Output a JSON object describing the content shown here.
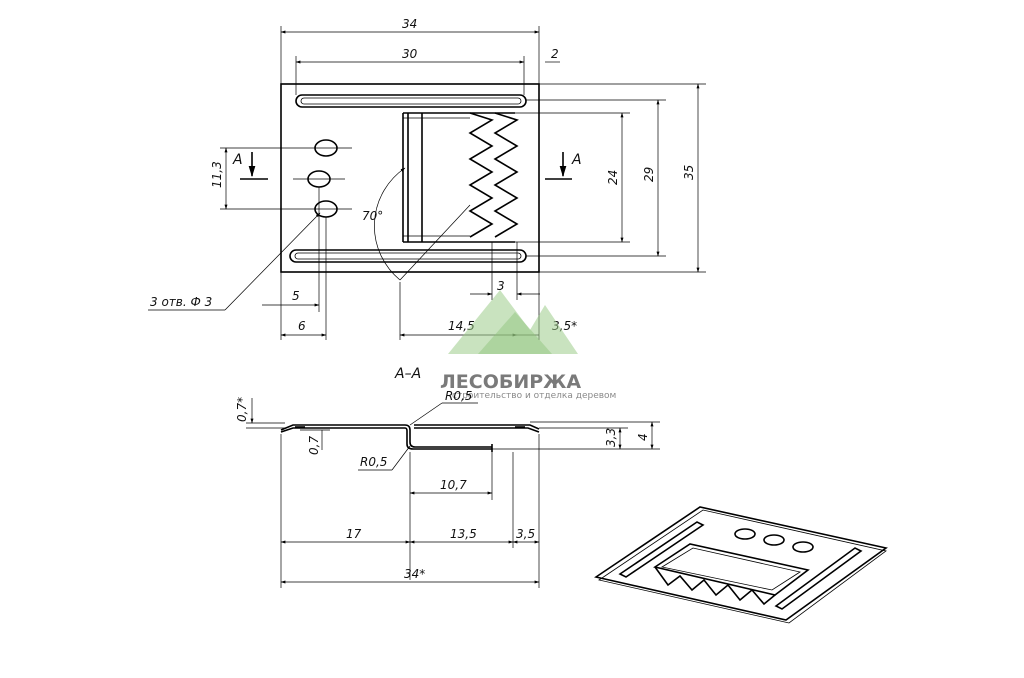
{
  "top_view": {
    "dim_overall_width": "34",
    "dim_inner_width": "30",
    "dim_margin": "2",
    "dim_height_inner": "24",
    "dim_height_mid": "29",
    "dim_height_overall": "35",
    "dim_hole_spacing": "11,3",
    "dim_hole_x": "5",
    "dim_hole_edge": "6",
    "dim_tab_left": "14,5",
    "dim_tab_gap": "3",
    "dim_tab_right": "3,5*",
    "angle_label": "70°",
    "holes_note": "3 отв. Ф 3",
    "section_mark_left": "А",
    "section_mark_right": "А"
  },
  "section_view": {
    "title": "А–А",
    "dim_thickness_top": "0,7*",
    "dim_thickness_side": "0,7",
    "radius_top": "R0,5",
    "radius_bottom": "R0,5",
    "dim_height_small": "3,3",
    "dim_height_total": "4",
    "dim_tab_length": "10,7",
    "dim_left": "17",
    "dim_mid": "13,5",
    "dim_right": "3,5",
    "dim_overall": "34*"
  },
  "watermark": {
    "title": "ЛЕСОБИРЖА",
    "subtitle": "строительство и отделка деревом",
    "colors": {
      "logo": "#9dcc8a",
      "text": "#7a7a7a"
    }
  }
}
